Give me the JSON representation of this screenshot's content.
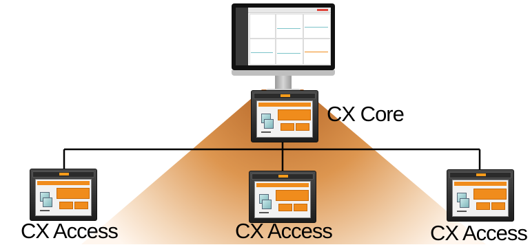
{
  "title": "",
  "colors": {
    "beam_outer": "#c96a12",
    "beam_inner": "#ffffff",
    "switch_accent": "#f08c1c",
    "link": "#000000"
  },
  "nodes": {
    "management_station": {
      "icon": "monitor-dashboard-icon"
    },
    "core": {
      "label": "CX Core",
      "icon": "switch-chassis-icon"
    },
    "access": [
      {
        "label": "CX Access",
        "icon": "switch-chassis-icon"
      },
      {
        "label": "CX Access",
        "icon": "switch-chassis-icon"
      },
      {
        "label": "CX Access",
        "icon": "switch-chassis-icon"
      }
    ]
  }
}
